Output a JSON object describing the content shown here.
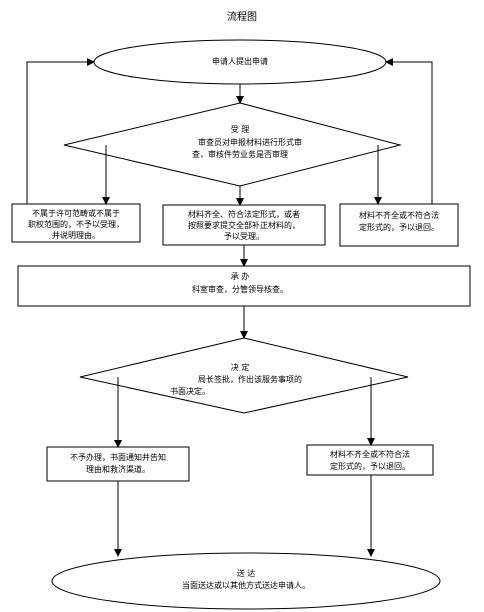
{
  "title": "流程图",
  "nodes": {
    "apply": "申请人提出申请",
    "accept_title": "受 理",
    "accept_body": [
      "审查员对申报材料进行形式审",
      "查，审核件劳业务是否审理"
    ],
    "reject_scope": [
      "不属于许可范畴或不属于",
      "职权范围的，不予以受理，",
      "并说明理由。"
    ],
    "accepted_ok": [
      "材料齐全、符合法定形式，或者",
      "按照要求提交全部补正材料的，",
      "予以受理。"
    ],
    "incomplete_top": [
      "材料不齐全或不符合法",
      "定形式的，予以退回。"
    ],
    "handle_title": "承 办",
    "handle_body": "科室审查，分管领导核查。",
    "decide_title": "决 定",
    "decide_body": [
      "局长签批，作出该服务事项的",
      "书面决定。"
    ],
    "not_handle": [
      "不予办理，书面通知并告知",
      "理由和救济渠道。"
    ],
    "incomplete_bottom": [
      "材料不齐全或不符合法",
      "定形式的，予以退回。"
    ],
    "deliver_title": "送 达",
    "deliver_body": "当面送达或以其他方式送达申请人。"
  }
}
